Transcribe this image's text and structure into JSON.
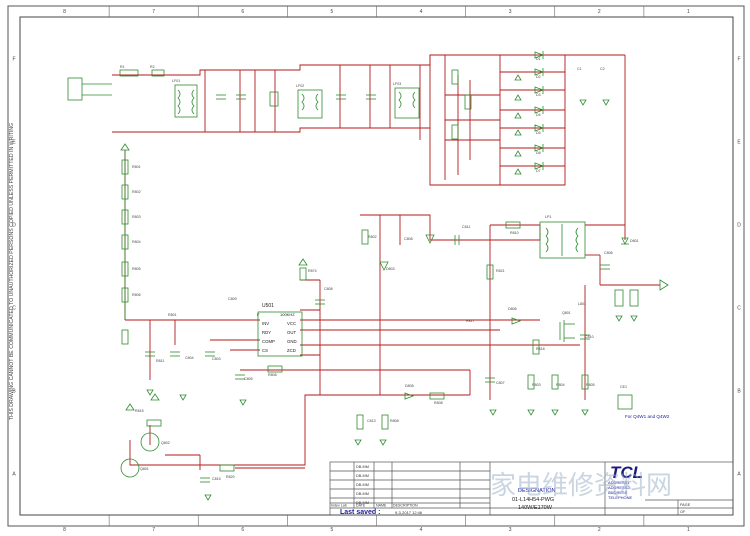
{
  "frame": {
    "cols": [
      "8",
      "7",
      "6",
      "5",
      "4",
      "3",
      "2",
      "1"
    ],
    "rows": [
      "F",
      "E",
      "D",
      "C",
      "B",
      "A"
    ],
    "side_note": "THIS DRAWING CANNOT BE COMMUNICATED TO UNAUTHORIZED PERSONS COPIED UNLESS PERMITTED IN WRITING"
  },
  "ic": {
    "ref": "U501",
    "pin_top_left": "F",
    "pin_top_right": "100KHZ",
    "pins_left": [
      "INV",
      "RDY",
      "COMP",
      "CS"
    ],
    "pins_right": [
      "VCC",
      "OUT",
      "GND",
      "ZCD"
    ]
  },
  "labels": {
    "note_qm": "For Q4W1 and Q4W2"
  },
  "revisions": {
    "rows": [
      {
        "by": "DB-MM"
      },
      {
        "by": "DB-MM"
      },
      {
        "by": "DB-MM"
      },
      {
        "by": "DB-MM"
      },
      {
        "by": "DB-MM"
      }
    ],
    "headers": [
      "Index Lab",
      "DATE",
      "NAME",
      "DESCRIPTION"
    ]
  },
  "title_block": {
    "designation_label": "DESIGNATION",
    "part_number": "01-L14H54-PWG",
    "power": "140W/E170W",
    "last_saved_label": "Last saved :",
    "last_saved_value": "9-3-2017 12:46",
    "brand": "TCL",
    "address_lines": [
      "ADDRESS1",
      "ADDRESS2",
      "ADDRESS",
      "TELEPHONE"
    ],
    "page_label": "PAGE",
    "of_label": "OF",
    "watermark": "家电维修资料网"
  }
}
